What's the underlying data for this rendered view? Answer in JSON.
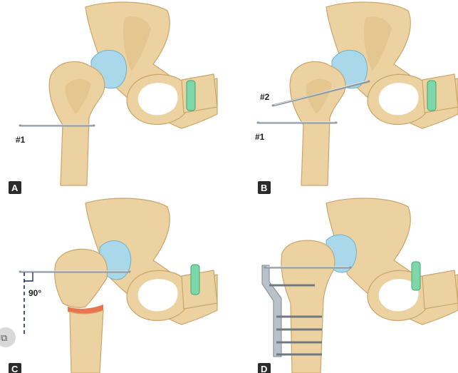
{
  "panels": [
    {
      "id": "A",
      "label": "A",
      "pins": [
        "#1"
      ]
    },
    {
      "id": "B",
      "label": "B",
      "pins": [
        "#2",
        "#1"
      ]
    },
    {
      "id": "C",
      "label": "C",
      "angle": "90°"
    },
    {
      "id": "D",
      "label": "D"
    }
  ],
  "colors": {
    "bone": "#ecd2a0",
    "cartilage": "#a9d8ea",
    "symphysis": "#7fd6a8",
    "pin": "#8f98a0",
    "osteotomy_cut": "#e9744f",
    "guide_line": "#1f2b6c"
  },
  "icons": {
    "side_overlay": "visual-search-icon"
  }
}
